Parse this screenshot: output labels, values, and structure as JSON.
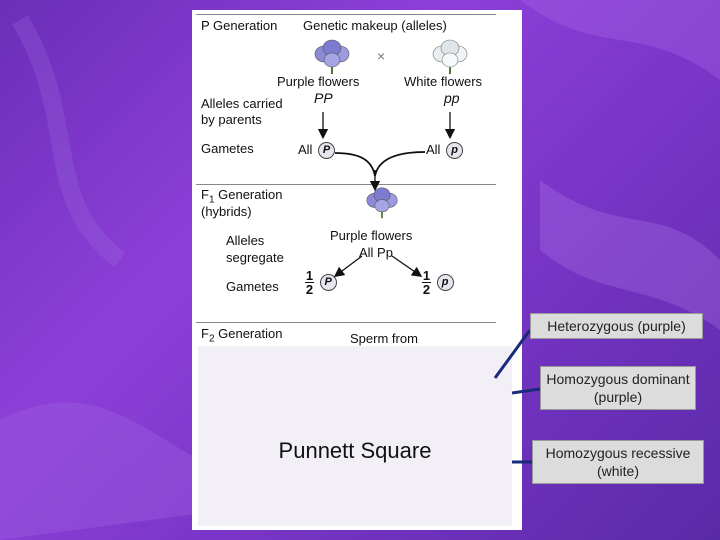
{
  "diagram": {
    "p_generation": "P Generation",
    "genetic_makeup": "Genetic makeup (alleles)",
    "cross_symbol": "×",
    "purple_flowers": "Purple flowers",
    "white_flowers": "White flowers",
    "alleles_carried_line1": "Alleles carried",
    "alleles_carried_line2": "by parents",
    "pp_dominant": "PP",
    "pp_recessive": "pp",
    "gametes": "Gametes",
    "all": "All",
    "allele_dominant": "P",
    "allele_recessive": "p",
    "f1_generation": "F",
    "f1_sub": "1",
    "f1_generation_rest": " Generation",
    "hybrids": "(hybrids)",
    "alleles_segregate_line1": "Alleles",
    "alleles_segregate_line2": "segregate",
    "f1_purple": "Purple flowers",
    "f1_all_pp": "All Pp",
    "gametes_f1": "Gametes",
    "half_num": "1",
    "half_den": "2",
    "f2_generation": "F",
    "f2_sub": "2",
    "f2_generation_rest": " Generation",
    "sperm_from": "Sperm from"
  },
  "overlay": {
    "title": "Punnett Square"
  },
  "labels": {
    "heterozygous": "Heterozygous (purple)",
    "homozygous_dominant": "Homozygous dominant (purple)",
    "homozygous_recessive": "Homozygous recessive (white)"
  },
  "colors": {
    "background_purple": "#7a36c8",
    "flower_purple": "#8c8ad8",
    "flower_white": "#e8eef0",
    "connector_dark_blue": "#1a2a7a",
    "label_box_gray": "#dcdcdc"
  }
}
